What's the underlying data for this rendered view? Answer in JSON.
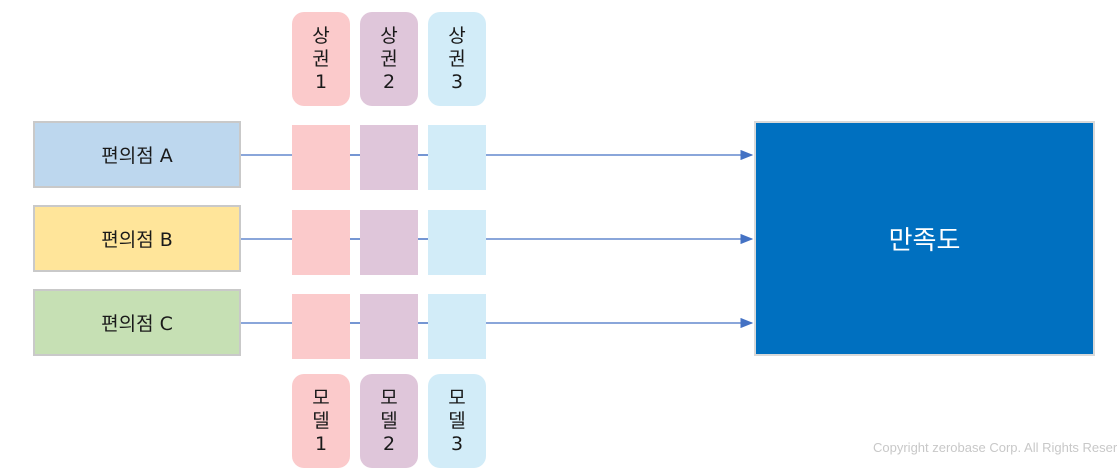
{
  "colors": {
    "area1": "#fbcacb",
    "area2": "#dfc6da",
    "area3": "#d2ecf8",
    "store_a": "#bdd7ee",
    "store_b": "#ffe59a",
    "store_c": "#c6e0b4",
    "target": "#0070c0",
    "arrow": "#4472c4"
  },
  "areas": [
    {
      "lines": [
        "상",
        "권",
        "1"
      ]
    },
    {
      "lines": [
        "상",
        "권",
        "2"
      ]
    },
    {
      "lines": [
        "상",
        "권",
        "3"
      ]
    }
  ],
  "models": [
    {
      "lines": [
        "모",
        "델",
        "1"
      ]
    },
    {
      "lines": [
        "모",
        "델",
        "2"
      ]
    },
    {
      "lines": [
        "모",
        "델",
        "3"
      ]
    }
  ],
  "stores": [
    {
      "label": "편의점 A"
    },
    {
      "label": "편의점 B"
    },
    {
      "label": "편의점 C"
    }
  ],
  "target": {
    "label": "만족도"
  },
  "footer": {
    "copyright": "Copyright zerobase Corp. All Rights Reserved."
  }
}
